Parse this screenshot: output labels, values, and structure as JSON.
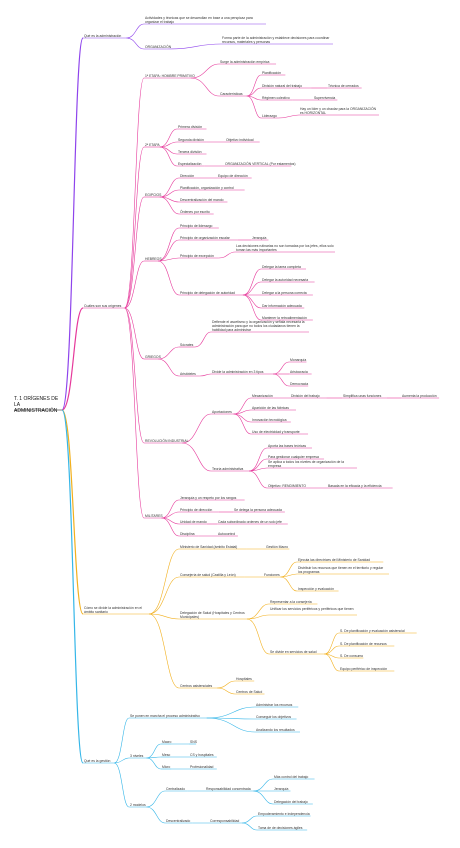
{
  "root": "T. 1 ORÍGENES DE LA ADMINISTRACIÓN",
  "colors": {
    "purple": "#8e44ec",
    "magenta": "#e6399b",
    "amber": "#f2b01e",
    "cyan": "#35b6e8"
  },
  "nodes": [
    {
      "id": "p1",
      "t": "Qué es la administración"
    },
    {
      "id": "p2",
      "t": "Actividades y técnicas que se desarrollan en base a una perspicaz para organizar el trabajo"
    },
    {
      "id": "p3",
      "t": "ORGANIZACIÓN"
    },
    {
      "id": "p4",
      "t": "Forma parte de la administración y establece decisiones para coordinar recursos, materiales y personas"
    },
    {
      "id": "m0",
      "t": "Cuáles son sus orígenes"
    },
    {
      "id": "m1",
      "t": "1ª ETAPA: HOMBRE PRIMITIVO"
    },
    {
      "id": "m2",
      "t": "Surge la administración empírica"
    },
    {
      "id": "m3",
      "t": "Características"
    },
    {
      "id": "m4",
      "t": "Planificación"
    },
    {
      "id": "m5",
      "t": "División natural del trabajo"
    },
    {
      "id": "m6",
      "t": "Técnica de cerrados"
    },
    {
      "id": "m7",
      "t": "Régimen colectivo"
    },
    {
      "id": "m8",
      "t": "Supervivencia"
    },
    {
      "id": "m9",
      "t": "Liderazgo"
    },
    {
      "id": "m10",
      "t": "Hay un líder y un chaolar para la ORGANIZACIÓN es HORIZONTAL"
    },
    {
      "id": "m11",
      "t": "2ª ETAPA"
    },
    {
      "id": "m12",
      "t": "Primera división"
    },
    {
      "id": "m13",
      "t": "Segunda división"
    },
    {
      "id": "m14",
      "t": "Objetivo individual"
    },
    {
      "id": "m15",
      "t": "Tercera división"
    },
    {
      "id": "m16",
      "t": "Especialización"
    },
    {
      "id": "m17",
      "t": "ORGANIZACIÓN VERTICAL (Por estamentos)"
    },
    {
      "id": "m18",
      "t": "EGIPCIOS"
    },
    {
      "id": "m19",
      "t": "Dirección"
    },
    {
      "id": "m20",
      "t": "Equipo de dirección"
    },
    {
      "id": "m21",
      "t": "Planificación, organización y control"
    },
    {
      "id": "m22",
      "t": "Descentralización del mando"
    },
    {
      "id": "m23",
      "t": "Órdenes por escrito"
    },
    {
      "id": "m24",
      "t": "HEBREOS"
    },
    {
      "id": "m25",
      "t": "Principio de liderazgo"
    },
    {
      "id": "m26",
      "t": "Principio de organización escalar"
    },
    {
      "id": "m27",
      "t": "Jerarquía"
    },
    {
      "id": "m28",
      "t": "Principio de excepción"
    },
    {
      "id": "m29",
      "t": "Las decisiones rutinarias no son tomadas por los jefes, ellos solo toman las más importantes"
    },
    {
      "id": "m30",
      "t": "Principio de delegación de autoridad"
    },
    {
      "id": "m31",
      "t": "Delegar la tarea completa"
    },
    {
      "id": "m32",
      "t": "Delegar la autoridad necesaria"
    },
    {
      "id": "m33",
      "t": "Delegar a la persona correcta"
    },
    {
      "id": "m34",
      "t": "Dar información adecuada"
    },
    {
      "id": "m35",
      "t": "Mantener la retroalimentación"
    },
    {
      "id": "m36",
      "t": "GRIEGOS"
    },
    {
      "id": "m37",
      "t": "Sócrates"
    },
    {
      "id": "m38",
      "t": "Defiende el ascetismo y la organización y señala necesaria la administración para que no todos los ciudadanos tienen la habilidad para administrar"
    },
    {
      "id": "m39",
      "t": "Aristóteles"
    },
    {
      "id": "m40",
      "t": "Divide la administración en 3 tipos"
    },
    {
      "id": "m41",
      "t": "Monarquía"
    },
    {
      "id": "m42",
      "t": "Aristocracia"
    },
    {
      "id": "m43",
      "t": "Democracia"
    },
    {
      "id": "m44",
      "t": "REVOLUCIÓN INDUSTRIAL"
    },
    {
      "id": "m45",
      "t": "Aportaciones"
    },
    {
      "id": "m46",
      "t": "Mecanización"
    },
    {
      "id": "m47",
      "t": "División del trabajo"
    },
    {
      "id": "m48",
      "t": "Simplifica unas funciones"
    },
    {
      "id": "m49",
      "t": "Aumenta la producción"
    },
    {
      "id": "m50",
      "t": "Aparición de las fábricas"
    },
    {
      "id": "m51",
      "t": "Innovación tecnológica"
    },
    {
      "id": "m52",
      "t": "Uso de electricidad y transporte"
    },
    {
      "id": "m53",
      "t": "Teoría administrativa"
    },
    {
      "id": "m54",
      "t": "Aporta las bases teóricas"
    },
    {
      "id": "m55",
      "t": "Para gestionar cualquier empresa"
    },
    {
      "id": "m56",
      "t": "Se aplica a todos los niveles de organización de la empresa"
    },
    {
      "id": "m57",
      "t": "Objetivo: RENDIMIENTO"
    },
    {
      "id": "m58",
      "t": "Basada en la eficacia y la eficiencia"
    },
    {
      "id": "m59",
      "t": "MILITARES"
    },
    {
      "id": "m60",
      "t": "Jerarquía y un respeto por los rangos"
    },
    {
      "id": "m61",
      "t": "Principio de dirección"
    },
    {
      "id": "m62",
      "t": "Se delega la persona adecuada"
    },
    {
      "id": "m63",
      "t": "Unidad de mando"
    },
    {
      "id": "m64",
      "t": "Cada subordinado ordenes de un solo jefe"
    },
    {
      "id": "m65",
      "t": "Disciplina"
    },
    {
      "id": "m66",
      "t": "Autocontrol"
    },
    {
      "id": "a0",
      "t": "Cómo se divide la administración en el ámbito sanitario"
    },
    {
      "id": "a1",
      "t": "Ministerio de Sanidad (ámbito Estatal)"
    },
    {
      "id": "a2",
      "t": "Gestión Macro"
    },
    {
      "id": "a3",
      "t": "Consejería de salud (Castilla y León)"
    },
    {
      "id": "a4",
      "t": "Funciones"
    },
    {
      "id": "a5",
      "t": "Ejecuta las directrices del Ministerio de Sanidad"
    },
    {
      "id": "a6",
      "t": "Distribuir los recursos que tienen en el territorio y regular los programas"
    },
    {
      "id": "a7",
      "t": "Inspección y evaluación"
    },
    {
      "id": "a8",
      "t": "Delegación de Salud (Hospitales y Centros Municipales)"
    },
    {
      "id": "a9",
      "t": "Representar a la consejería"
    },
    {
      "id": "a10",
      "t": "Unificar los servicios periféricos y periféricos que tienen"
    },
    {
      "id": "a11",
      "t": "Se divide en servicios de salud"
    },
    {
      "id": "a12",
      "t": "S. De planificación y evaluación asistencial"
    },
    {
      "id": "a13",
      "t": "S. De planificación de recursos"
    },
    {
      "id": "a14",
      "t": "S. De consumo"
    },
    {
      "id": "a15",
      "t": "Equipo periférico de inspección"
    },
    {
      "id": "a16",
      "t": "Centros asistenciales"
    },
    {
      "id": "a17",
      "t": "Hospitales"
    },
    {
      "id": "a18",
      "t": "Centros de Salud"
    },
    {
      "id": "c0",
      "t": "Qué es la gestión"
    },
    {
      "id": "c1",
      "t": "Se ponen en marcha el proceso administrativo"
    },
    {
      "id": "c2",
      "t": "Administrar los recursos"
    },
    {
      "id": "c3",
      "t": "Conseguir los objetivos"
    },
    {
      "id": "c4",
      "t": "Analizando los resultados"
    },
    {
      "id": "c5",
      "t": "3 niveles"
    },
    {
      "id": "c6",
      "t": "Macro"
    },
    {
      "id": "c7",
      "t": "SNS"
    },
    {
      "id": "c8",
      "t": "Meso"
    },
    {
      "id": "c9",
      "t": "CS y hospitales"
    },
    {
      "id": "c10",
      "t": "Micro"
    },
    {
      "id": "c11",
      "t": "Profesionalidad"
    },
    {
      "id": "c12",
      "t": "2 modelos"
    },
    {
      "id": "c13",
      "t": "Centralizado"
    },
    {
      "id": "c14",
      "t": "Responsabilidad concentrada"
    },
    {
      "id": "c15",
      "t": "Más control del trabajo"
    },
    {
      "id": "c16",
      "t": "Jerarquía"
    },
    {
      "id": "c17",
      "t": "Delegación del trabajo"
    },
    {
      "id": "c18",
      "t": "Descentralizado"
    },
    {
      "id": "c19",
      "t": "Corresponsabilidad"
    },
    {
      "id": "c20",
      "t": "Empoderamiento e independencia"
    },
    {
      "id": "c21",
      "t": "Toma de de decisiones ágiles"
    }
  ]
}
